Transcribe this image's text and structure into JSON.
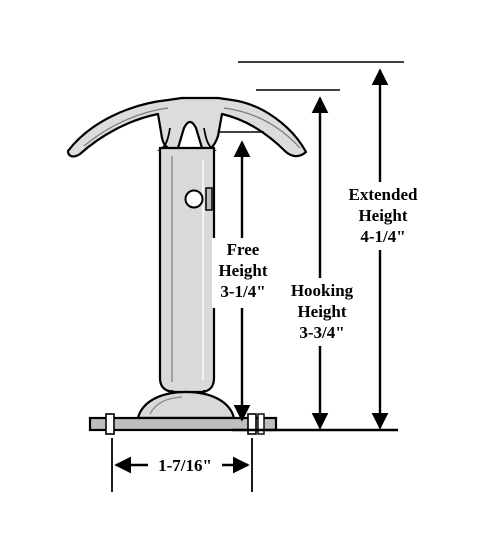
{
  "colors": {
    "ink": "#000000",
    "paper": "#ffffff",
    "body_fill": "#d9d9d9",
    "body_light": "#ececec"
  },
  "labels": {
    "free_height": {
      "line1": "Free",
      "line2": "Height",
      "value": "3-1/4\""
    },
    "hooking_height": {
      "line1": "Hooking",
      "line2": "Height",
      "value": "3-3/4\""
    },
    "extended_height": {
      "line1": "Extended",
      "line2": "Height",
      "value": "4-1/4\""
    },
    "base_width": {
      "value": "1-7/16\""
    }
  }
}
